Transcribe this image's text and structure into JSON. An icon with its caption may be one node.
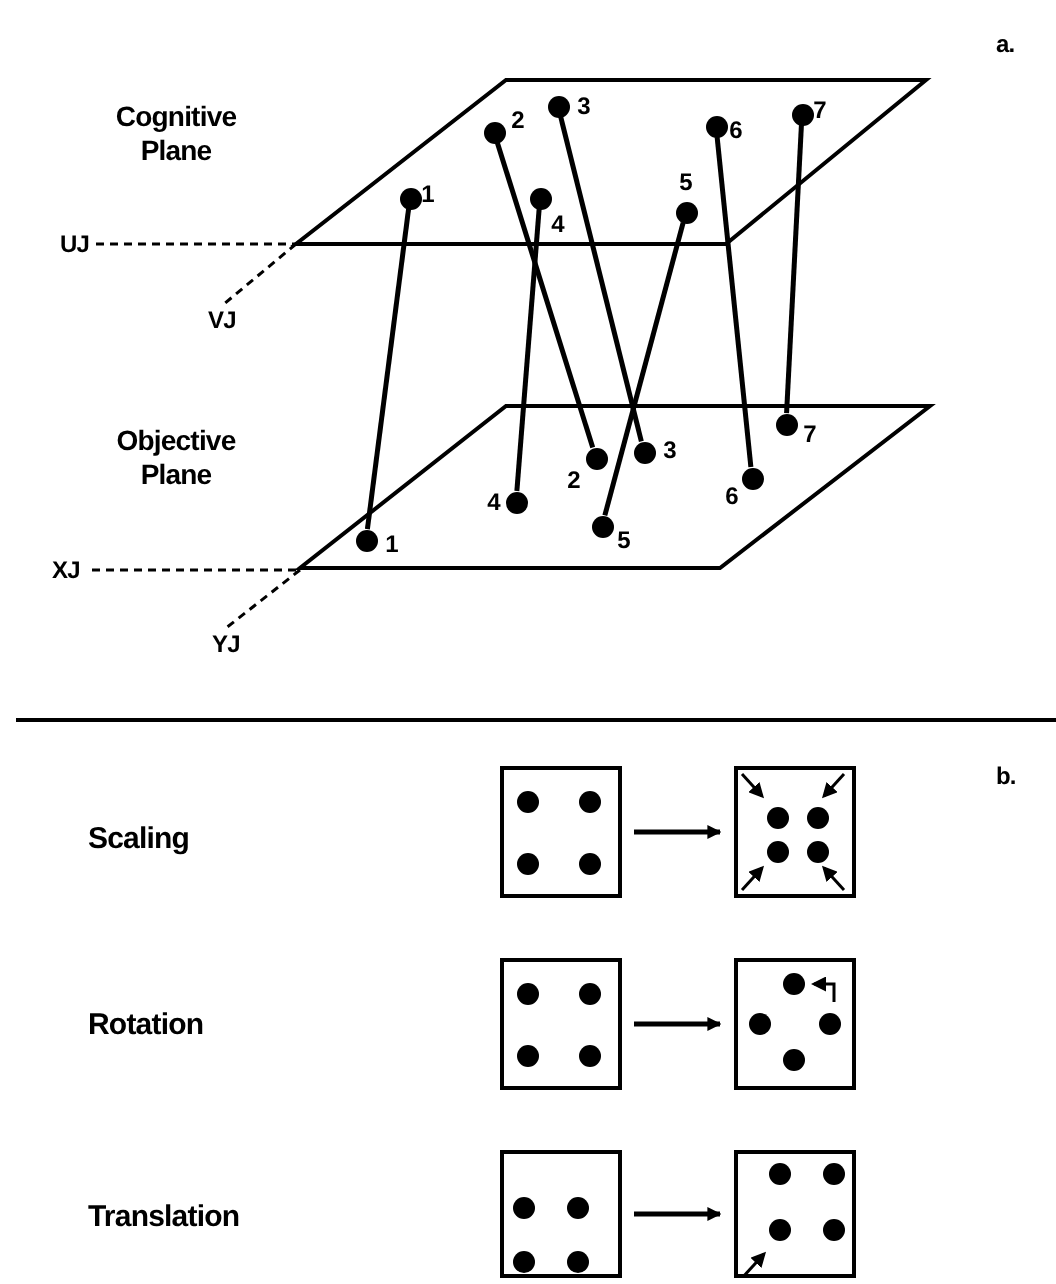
{
  "diagram": {
    "nodes": [
      {
        "text": [
          "Cognitive Plane"
        ]
      },
      {
        "text": [],
        "shape": "circle",
        "beside": [
          "1"
        ],
        "in": 0
      },
      {
        "text": [],
        "shape": "circle",
        "beside": [
          "2"
        ],
        "in": 0
      },
      {
        "text": [],
        "shape": "circle",
        "beside": [
          "3"
        ],
        "in": 0
      },
      {
        "text": [],
        "shape": "circle",
        "beside": [
          "4"
        ],
        "in": 0
      },
      {
        "text": [],
        "shape": "circle",
        "beside": [
          "5"
        ],
        "in": 0
      },
      {
        "text": [],
        "shape": "circle",
        "beside": [
          "6"
        ],
        "in": 0
      },
      {
        "text": [],
        "shape": "circle",
        "beside": [
          "7"
        ],
        "in": 0
      },
      {
        "text": [
          "Objective Plane"
        ]
      },
      {
        "text": [],
        "shape": "circle",
        "beside": [
          "1"
        ],
        "in": 8
      },
      {
        "text": [],
        "shape": "circle",
        "beside": [
          "2"
        ],
        "in": 8
      },
      {
        "text": [],
        "shape": "circle",
        "beside": [
          "3"
        ],
        "in": 8
      },
      {
        "text": [],
        "shape": "circle",
        "beside": [
          "4"
        ],
        "in": 8
      },
      {
        "text": [],
        "shape": "circle",
        "beside": [
          "5"
        ],
        "in": 8
      },
      {
        "text": [],
        "shape": "circle",
        "beside": [
          "6"
        ],
        "in": 8
      },
      {
        "text": [],
        "shape": "circle",
        "beside": [
          "7"
        ],
        "in": 8
      },
      {
        "text": [],
        "shape": "box"
      },
      {
        "text": [],
        "shape": "box"
      },
      {
        "text": [],
        "shape": "box"
      },
      {
        "text": [],
        "shape": "box"
      },
      {
        "text": [],
        "shape": "box"
      },
      {
        "text": [],
        "shape": "box"
      }
    ],
    "edges": [
      {
        "from": 1,
        "to": 9,
        "arrow": "none"
      },
      {
        "from": 2,
        "to": 10,
        "arrow": "none"
      },
      {
        "from": 3,
        "to": 11,
        "arrow": "none"
      },
      {
        "from": 4,
        "to": 12,
        "arrow": "none"
      },
      {
        "from": 5,
        "to": 13,
        "arrow": "none"
      },
      {
        "from": 6,
        "to": 14,
        "arrow": "none"
      },
      {
        "from": 7,
        "to": 15,
        "arrow": "none"
      },
      {
        "from": 16,
        "to": 17,
        "arrow": "to"
      },
      {
        "from": 18,
        "to": 19,
        "arrow": "to"
      },
      {
        "from": 20,
        "to": 21,
        "arrow": "to"
      }
    ],
    "labels": [
      "a.",
      "UJ",
      "VJ",
      "XJ",
      "YJ",
      "b.",
      "Scaling",
      "Rotation",
      "Translation"
    ]
  }
}
